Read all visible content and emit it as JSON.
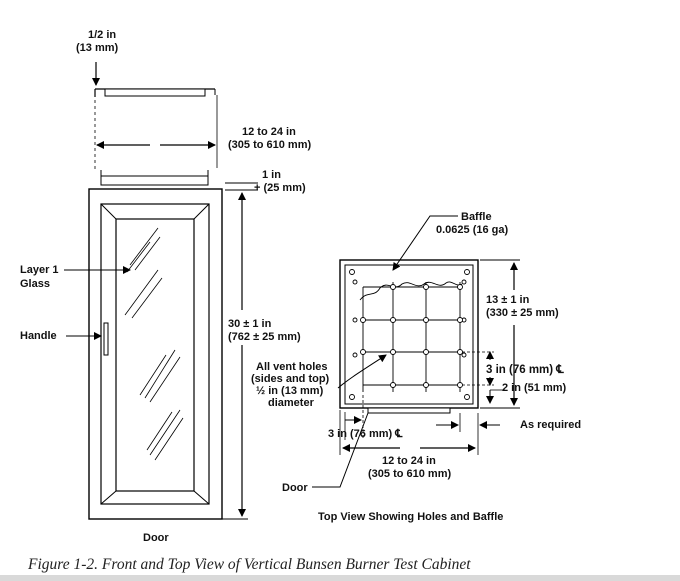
{
  "front_view": {
    "top_margin": [
      "1/2  in",
      "(13 mm)"
    ],
    "width": [
      "12 to 24 in",
      "(305 to 610 mm)"
    ],
    "gap": [
      "1 in",
      "+ (25 mm)"
    ],
    "height": [
      "30 ± 1 in",
      "(762 ± 25 mm)"
    ],
    "layer_glass": [
      "Layer 1",
      "Glass"
    ],
    "handle": "Handle",
    "door": "Door"
  },
  "top_view": {
    "baffle": [
      "Baffle",
      "0.0625 (16 ga)"
    ],
    "depth": [
      "13 ± 1 in",
      "(330 ± 25 mm)"
    ],
    "vent_holes": [
      "All vent holes",
      "(sides and top)",
      "½ in (13 mm)",
      "diameter"
    ],
    "hole_spacing": "3 in (76 mm) ℄",
    "edge_offset": "2 in (51 mm)",
    "side_offset": "3 in (76 mm) ℄",
    "as_required": "As required",
    "width": [
      "12 to 24 in",
      "(305 to 610 mm)"
    ],
    "door": "Door",
    "title": "Top View Showing Holes and Baffle"
  },
  "caption": "Figure 1-2.  Front and Top View of Vertical Bunsen Burner Test Cabinet"
}
